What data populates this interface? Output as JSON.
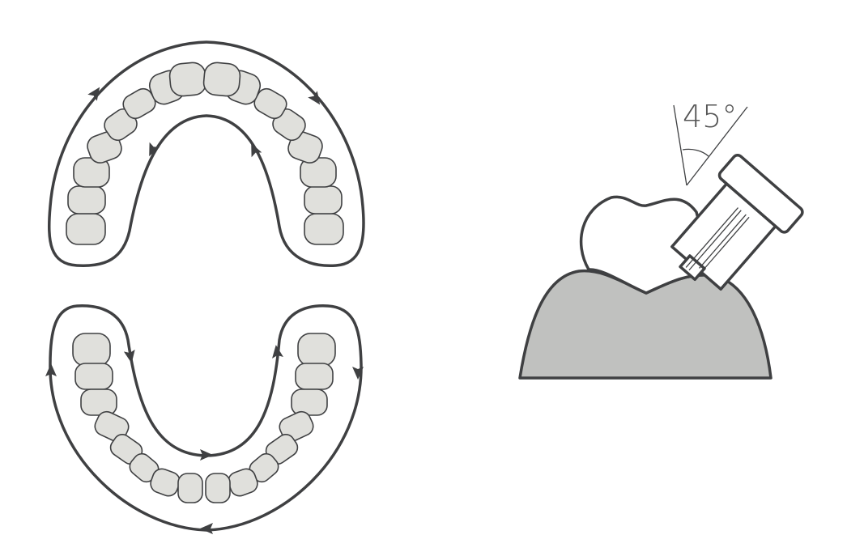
{
  "figure": {
    "angle_label": "45°",
    "colors": {
      "stroke": "#3f4042",
      "tooth": "#e0e0dc",
      "gum": "#c0c1bf"
    },
    "upper_arch_arrows": [
      "up-right",
      "down-right",
      "up",
      "down-left"
    ],
    "lower_arch_arrows": [
      "up",
      "down",
      "right",
      "up",
      "down",
      "left"
    ]
  }
}
